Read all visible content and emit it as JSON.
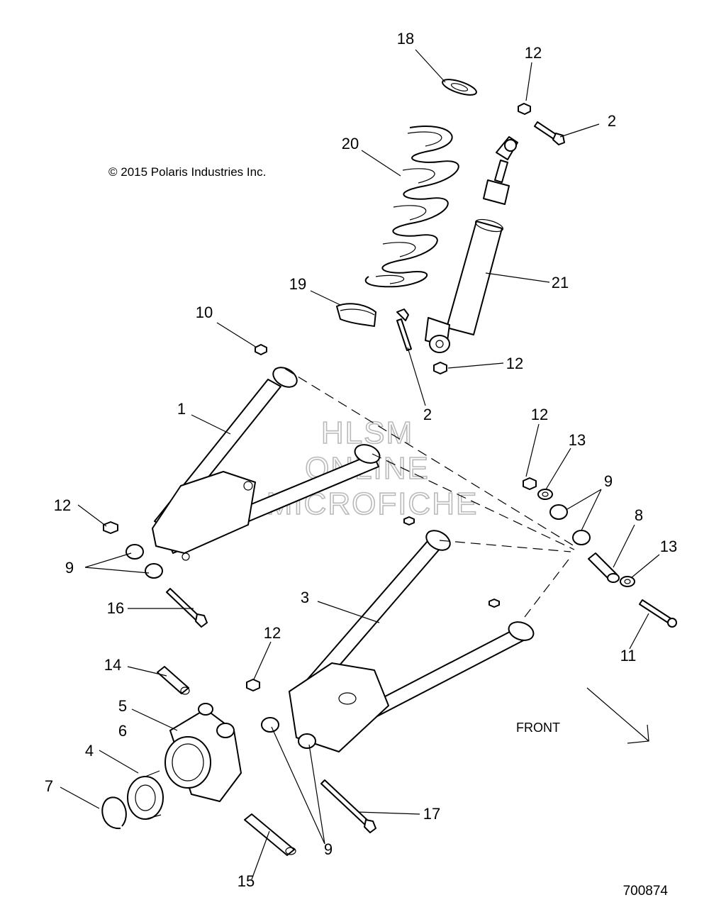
{
  "copyright": "© 2015 Polaris Industries Inc.",
  "watermark": [
    "HLSM",
    "ONLINE",
    "MICROFICHE"
  ],
  "direction_label": "FRONT",
  "figure_number": "700874",
  "callouts": {
    "c18": "18",
    "c12a": "12",
    "c2a": "2",
    "c20": "20",
    "c21": "21",
    "c19": "19",
    "c10": "10",
    "c12b": "12",
    "c2b": "2",
    "c1": "1",
    "c12c": "12",
    "c13a": "13",
    "c9a": "9",
    "c8": "8",
    "c12d": "12",
    "c9b": "9",
    "c13b": "13",
    "c16": "16",
    "c3": "3",
    "c11": "11",
    "c12e": "12",
    "c14": "14",
    "c5": "5",
    "c6": "6",
    "c4": "4",
    "c7": "7",
    "c17": "17",
    "c9c": "9",
    "c15": "15"
  }
}
